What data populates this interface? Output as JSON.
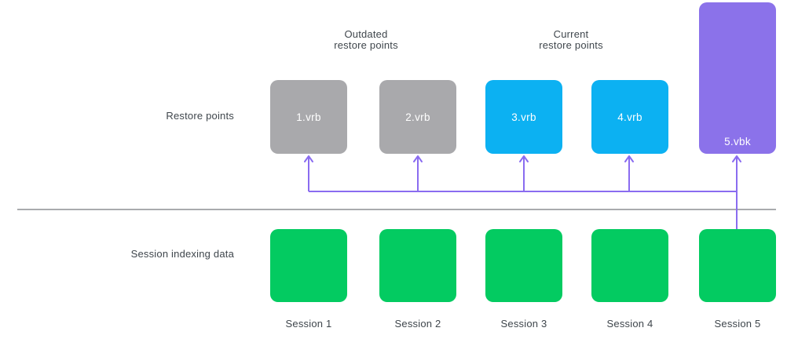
{
  "colors": {
    "background": "#ffffff",
    "outdated_box": "#a9a9ac",
    "current_box": "#0cb1f2",
    "full_backup_box": "#8b72ea",
    "session_box": "#03cb61",
    "connector": "#8a6cf0",
    "divider": "#a9abae",
    "label_text": "#3f464c",
    "box_text": "#ffffff"
  },
  "labels": {
    "restore_points_row": "Restore points",
    "session_indexing_row": "Session indexing data"
  },
  "group_headers": {
    "outdated": {
      "line1": "Outdated",
      "line2": "restore points"
    },
    "current": {
      "line1": "Current",
      "line2": "restore points"
    }
  },
  "restore_points": [
    {
      "label": "1.vrb",
      "status": "outdated"
    },
    {
      "label": "2.vrb",
      "status": "outdated"
    },
    {
      "label": "3.vrb",
      "status": "current"
    },
    {
      "label": "4.vrb",
      "status": "current"
    },
    {
      "label": "5.vbk",
      "status": "full-backup"
    }
  ],
  "sessions": [
    {
      "label": "Session 1"
    },
    {
      "label": "Session 2"
    },
    {
      "label": "Session 3"
    },
    {
      "label": "Session 4"
    },
    {
      "label": "Session 5"
    }
  ]
}
